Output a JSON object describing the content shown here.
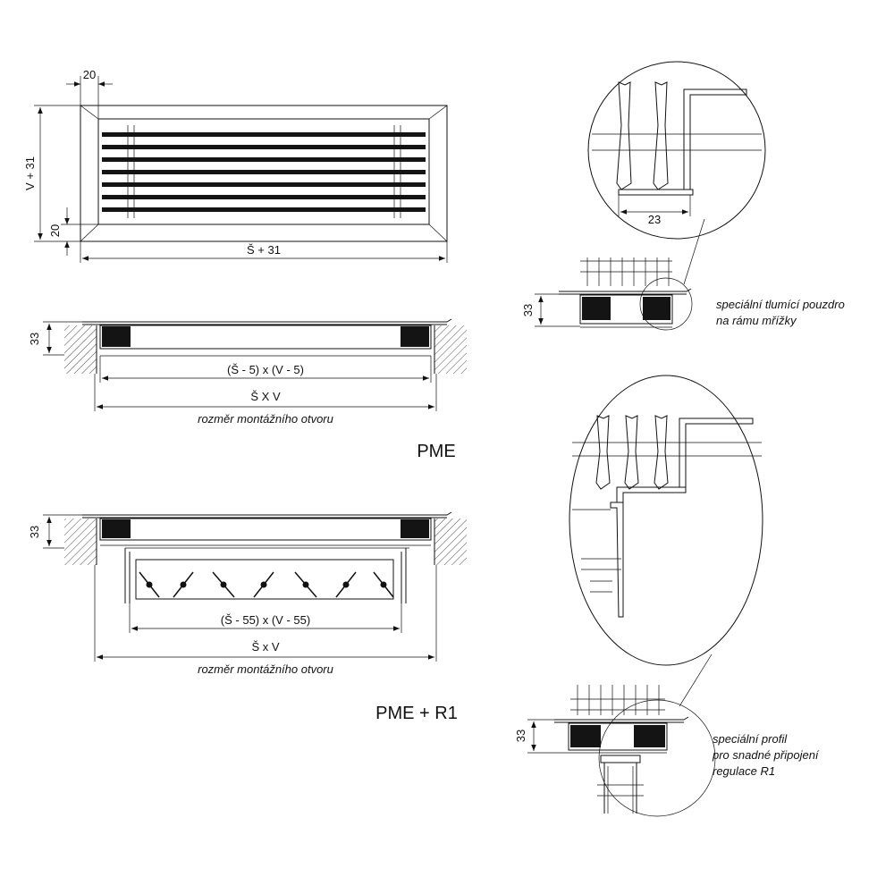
{
  "front_view": {
    "dim_frame_width": "20",
    "dim_height": "V + 31",
    "dim_frame_bottom": "20",
    "dim_width": "Š + 31"
  },
  "pme": {
    "dim_depth": "33",
    "dim_inner": "(Š - 5) x (V - 5)",
    "dim_opening": "Š X V",
    "opening_caption": "rozměr montážního otvoru",
    "label": "PME"
  },
  "pme_r1": {
    "dim_depth": "33",
    "dim_inner": "(Š - 55) x (V - 55)",
    "dim_opening": "Š x V",
    "opening_caption": "rozměr montážního otvoru",
    "label": "PME + R1"
  },
  "detail_top": {
    "dim_23": "23",
    "dim_depth": "33",
    "note_line1": "speciální tlumící pouzdro",
    "note_line2": "na rámu mřížky"
  },
  "detail_bottom": {
    "dim_depth": "33",
    "note_line1": "speciální profil",
    "note_line2": "pro snadné připojení",
    "note_line3": "regulace R1"
  }
}
